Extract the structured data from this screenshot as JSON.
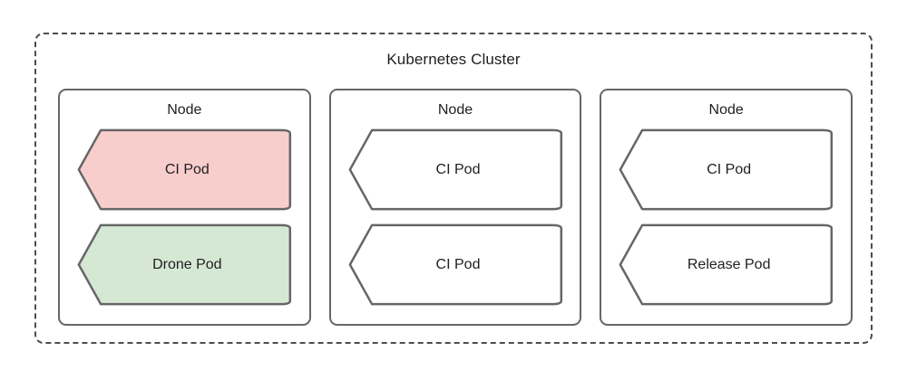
{
  "diagram": {
    "type": "architecture-diagram",
    "title": "Kubernetes Cluster",
    "background": "#ffffff"
  },
  "colors": {
    "cluster_border": "#4d4d4d",
    "node_border": "#666666",
    "pod_border": "#666666",
    "pod_default_fill": "#ffffff",
    "pod_pink_fill": "#f8cecc",
    "pod_green_fill": "#d5e8d4",
    "text": "#1f1f1f"
  },
  "cluster": {
    "label": "Kubernetes Cluster",
    "border_style": "dashed",
    "nodes": [
      {
        "label": "Node",
        "pods": [
          {
            "label": "CI Pod",
            "fill": "#f8cecc",
            "highlighted": true
          },
          {
            "label": "Drone Pod",
            "fill": "#d5e8d4",
            "highlighted": true
          }
        ]
      },
      {
        "label": "Node",
        "pods": [
          {
            "label": "CI Pod",
            "fill": "#ffffff",
            "highlighted": false
          },
          {
            "label": "CI Pod",
            "fill": "#ffffff",
            "highlighted": false
          }
        ]
      },
      {
        "label": "Node",
        "pods": [
          {
            "label": "CI Pod",
            "fill": "#ffffff",
            "highlighted": false
          },
          {
            "label": "Release Pod",
            "fill": "#ffffff",
            "highlighted": false
          }
        ]
      }
    ]
  }
}
